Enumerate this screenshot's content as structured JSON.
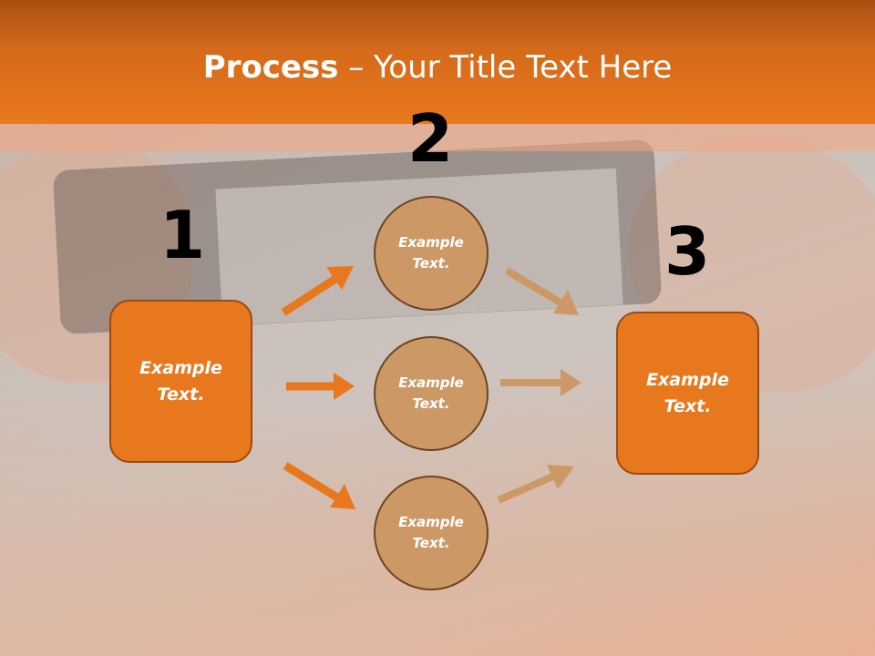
{
  "title": {
    "bold": "Process",
    "rest": " – Your Title Text Here"
  },
  "steps": {
    "one": "1",
    "two": "2",
    "three": "3"
  },
  "left_box": {
    "line1": "Example",
    "line2": "Text."
  },
  "right_box": {
    "line1": "Example",
    "line2": "Text."
  },
  "circles": [
    {
      "line1": "Example",
      "line2": "Text."
    },
    {
      "line1": "Example",
      "line2": "Text."
    },
    {
      "line1": "Example",
      "line2": "Text."
    }
  ],
  "colors": {
    "header": "#e8781e",
    "box_fill": "#e8781e",
    "circle_fill": "#cc9966",
    "arrow_left": "#e8781e",
    "arrow_right": "#cc9966"
  }
}
